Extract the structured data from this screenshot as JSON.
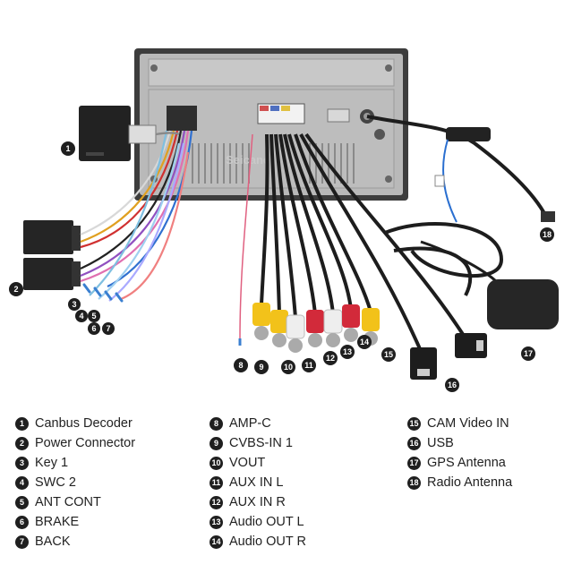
{
  "watermark": "Seicane",
  "legend": {
    "columns": [
      [
        {
          "num": "1",
          "label": "Canbus Decoder"
        },
        {
          "num": "2",
          "label": "Power Connector"
        },
        {
          "num": "3",
          "label": "Key 1"
        },
        {
          "num": "4",
          "label": "SWC 2"
        },
        {
          "num": "5",
          "label": "ANT CONT"
        },
        {
          "num": "6",
          "label": "BRAKE"
        },
        {
          "num": "7",
          "label": "BACK"
        }
      ],
      [
        {
          "num": "8",
          "label": "AMP-C"
        },
        {
          "num": "9",
          "label": "CVBS-IN 1"
        },
        {
          "num": "10",
          "label": "VOUT"
        },
        {
          "num": "11",
          "label": "AUX IN L"
        },
        {
          "num": "12",
          "label": "AUX IN R"
        },
        {
          "num": "13",
          "label": "Audio OUT L"
        },
        {
          "num": "14",
          "label": "Audio OUT R"
        }
      ],
      [
        {
          "num": "15",
          "label": "CAM Video IN"
        },
        {
          "num": "16",
          "label": "USB"
        },
        {
          "num": "17",
          "label": "GPS Antenna"
        },
        {
          "num": "18",
          "label": "Radio Antenna"
        }
      ]
    ]
  },
  "markers": [
    {
      "num": "1"
    },
    {
      "num": "2"
    },
    {
      "num": "3"
    },
    {
      "num": "4"
    },
    {
      "num": "5"
    },
    {
      "num": "6"
    },
    {
      "num": "7"
    },
    {
      "num": "8"
    },
    {
      "num": "9"
    },
    {
      "num": "10"
    },
    {
      "num": "11"
    },
    {
      "num": "12"
    },
    {
      "num": "13"
    },
    {
      "num": "14"
    },
    {
      "num": "15"
    },
    {
      "num": "16"
    },
    {
      "num": "17"
    },
    {
      "num": "18"
    }
  ]
}
